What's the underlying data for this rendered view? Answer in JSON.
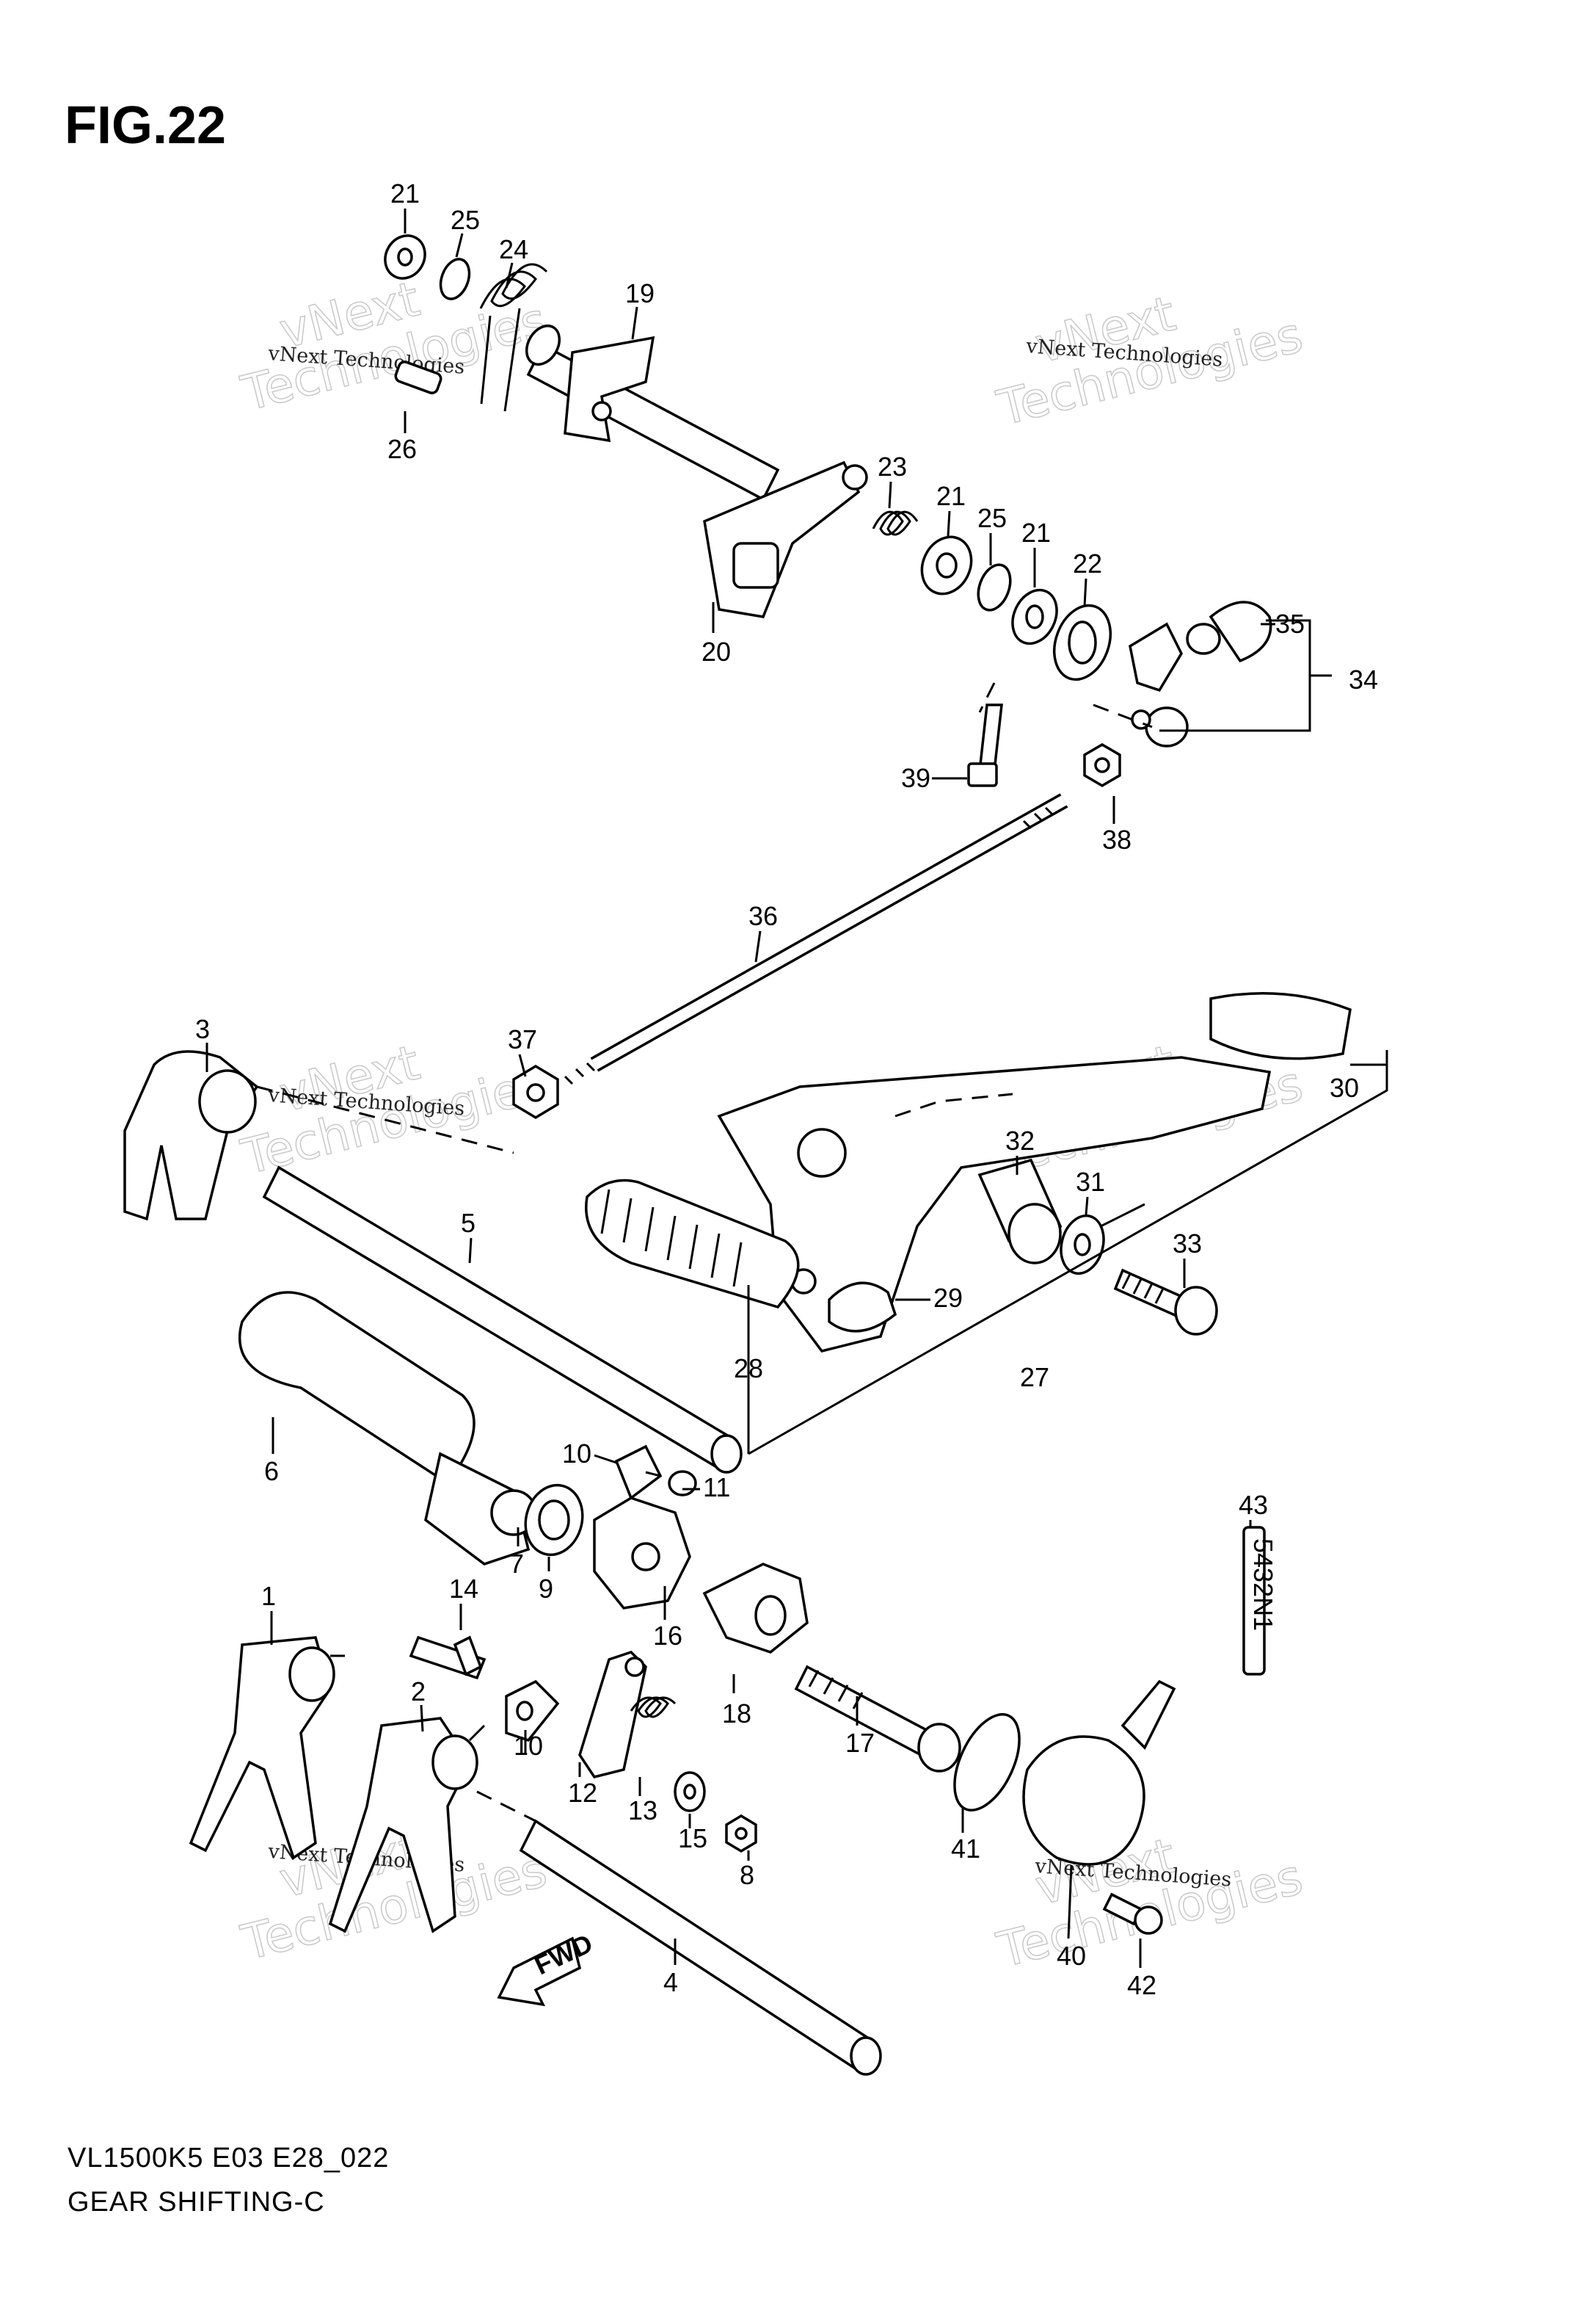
{
  "figure": {
    "title": "FIG.22",
    "model_code": "VL1500K5 E03 E28_022",
    "assembly_name": "GEAR SHIFTING-C"
  },
  "watermark": {
    "brand": "vNext Technologies",
    "outline_text": "vNext",
    "outline_text_2": "Technologies"
  },
  "fwd_arrow_label": "FWD",
  "set_label_43": "5432N1",
  "part_refs": [
    "21",
    "25",
    "24",
    "19",
    "26",
    "23",
    "21",
    "25",
    "21",
    "22",
    "35",
    "34",
    "20",
    "39",
    "38",
    "36",
    "3",
    "37",
    "30",
    "32",
    "31",
    "5",
    "33",
    "29",
    "28",
    "27",
    "6",
    "10",
    "11",
    "43",
    "7",
    "9",
    "16",
    "14",
    "1",
    "2",
    "10",
    "12",
    "13",
    "15",
    "8",
    "18",
    "17",
    "41",
    "40",
    "42",
    "4"
  ]
}
